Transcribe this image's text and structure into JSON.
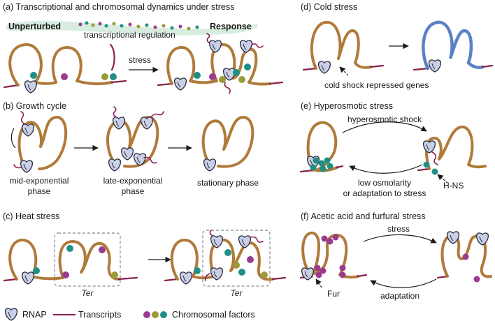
{
  "panels": {
    "a": {
      "title": "(a) Transcriptional and chromosomal dynamics under stress",
      "left_label": "Unperturbed",
      "middle_label": "transcriptional regulation",
      "right_label": "Response",
      "arrow_label": "stress"
    },
    "b": {
      "title": "(b) Growth cycle",
      "stage1": [
        "mid-exponential",
        "phase"
      ],
      "stage2": [
        "late-exponential",
        "phase"
      ],
      "stage3": "stationary phase"
    },
    "c": {
      "title": "(c) Heat stress",
      "region_label": "Ter"
    },
    "d": {
      "title": "(d) Cold stress",
      "annotation": "cold shock repressed genes"
    },
    "e": {
      "title": "(e) Hyperosmotic stress",
      "top_arrow": "hyperosmotic shock",
      "bottom_arrow": [
        "low osmolarity",
        "or adaptation to stress"
      ],
      "protein_label": "H-NS"
    },
    "f": {
      "title": "(f) Acetic acid and furfural stress",
      "top_arrow": "stress",
      "bottom_arrow": "adaptation",
      "protein_label": "Fur"
    }
  },
  "legend": {
    "rnap": "RNAP",
    "transcripts": "Transcripts",
    "factors": "Chromosomal factors"
  },
  "colors": {
    "dna": "#b07a3a",
    "cold_dna": "#5a82c4",
    "transcript": "#8a1f5a",
    "factor_purple": "#9b3a8e",
    "factor_teal": "#1f8f86",
    "factor_olive": "#9a9a3a",
    "rnap": "#c8cfe6",
    "band": "#d8ede0"
  }
}
